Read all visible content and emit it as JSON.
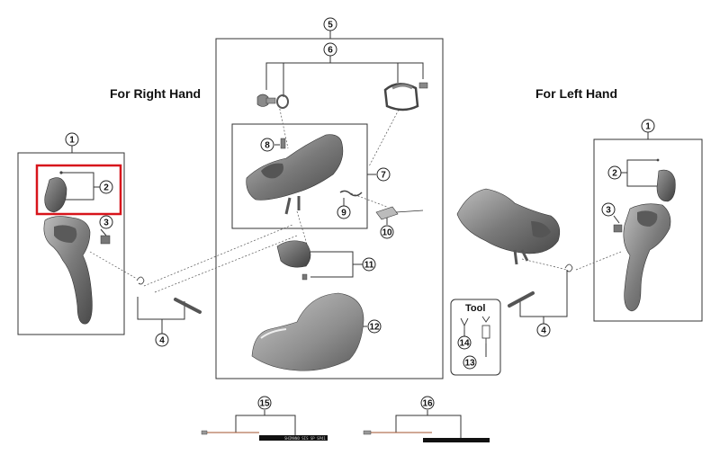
{
  "titles": {
    "right_hand": "For Right Hand",
    "left_hand": "For Left Hand"
  },
  "tool_label": "Tool",
  "callouts": [
    "1",
    "2",
    "3",
    "4",
    "5",
    "6",
    "7",
    "8",
    "9",
    "10",
    "11",
    "12",
    "13",
    "14",
    "15",
    "16",
    "1",
    "2",
    "3",
    "4"
  ],
  "cable_label": "SHIMANO SIS SP SP41",
  "colors": {
    "highlight": "#d7141b",
    "part_dark": "#6f6f6f",
    "part_light": "#a9a9a9",
    "line": "#333333"
  }
}
